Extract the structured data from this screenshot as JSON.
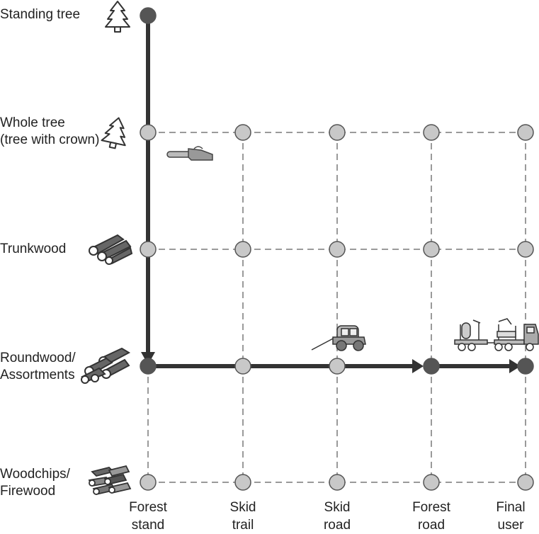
{
  "rows": [
    {
      "id": "standing-tree",
      "lines": [
        "Standing tree"
      ],
      "icon": "conifer-tree-icon"
    },
    {
      "id": "whole-tree",
      "lines": [
        "Whole tree",
        "(tree with crown)"
      ],
      "icon": "felled-tree-icon"
    },
    {
      "id": "trunkwood",
      "lines": [
        "Trunkwood"
      ],
      "icon": "log-pile-icon"
    },
    {
      "id": "roundwood",
      "lines": [
        "Roundwood/",
        "Assortments"
      ],
      "icon": "cut-logs-icon"
    },
    {
      "id": "woodchips",
      "lines": [
        "Woodchips/",
        "Firewood"
      ],
      "icon": "firewood-pile-icon"
    }
  ],
  "columns": [
    {
      "id": "forest-stand",
      "lines": [
        "Forest",
        "stand"
      ]
    },
    {
      "id": "skid-trail",
      "lines": [
        "Skid",
        "trail"
      ]
    },
    {
      "id": "skid-road",
      "lines": [
        "Skid",
        "road"
      ]
    },
    {
      "id": "forest-road",
      "lines": [
        "Forest",
        "road"
      ]
    },
    {
      "id": "final-user",
      "lines": [
        "Final",
        "user"
      ]
    }
  ],
  "tools": [
    {
      "icon": "chainsaw-icon",
      "between": "whole-tree"
    },
    {
      "icon": "skidder-tractor-icon",
      "at": "skid-road"
    },
    {
      "icon": "timber-truck-icon",
      "at": "forest-road"
    }
  ],
  "colors": {
    "grid_line": "#9a9a9a",
    "node_fill": "#c8c8c8",
    "node_active": "#555555",
    "path": "#333333"
  }
}
